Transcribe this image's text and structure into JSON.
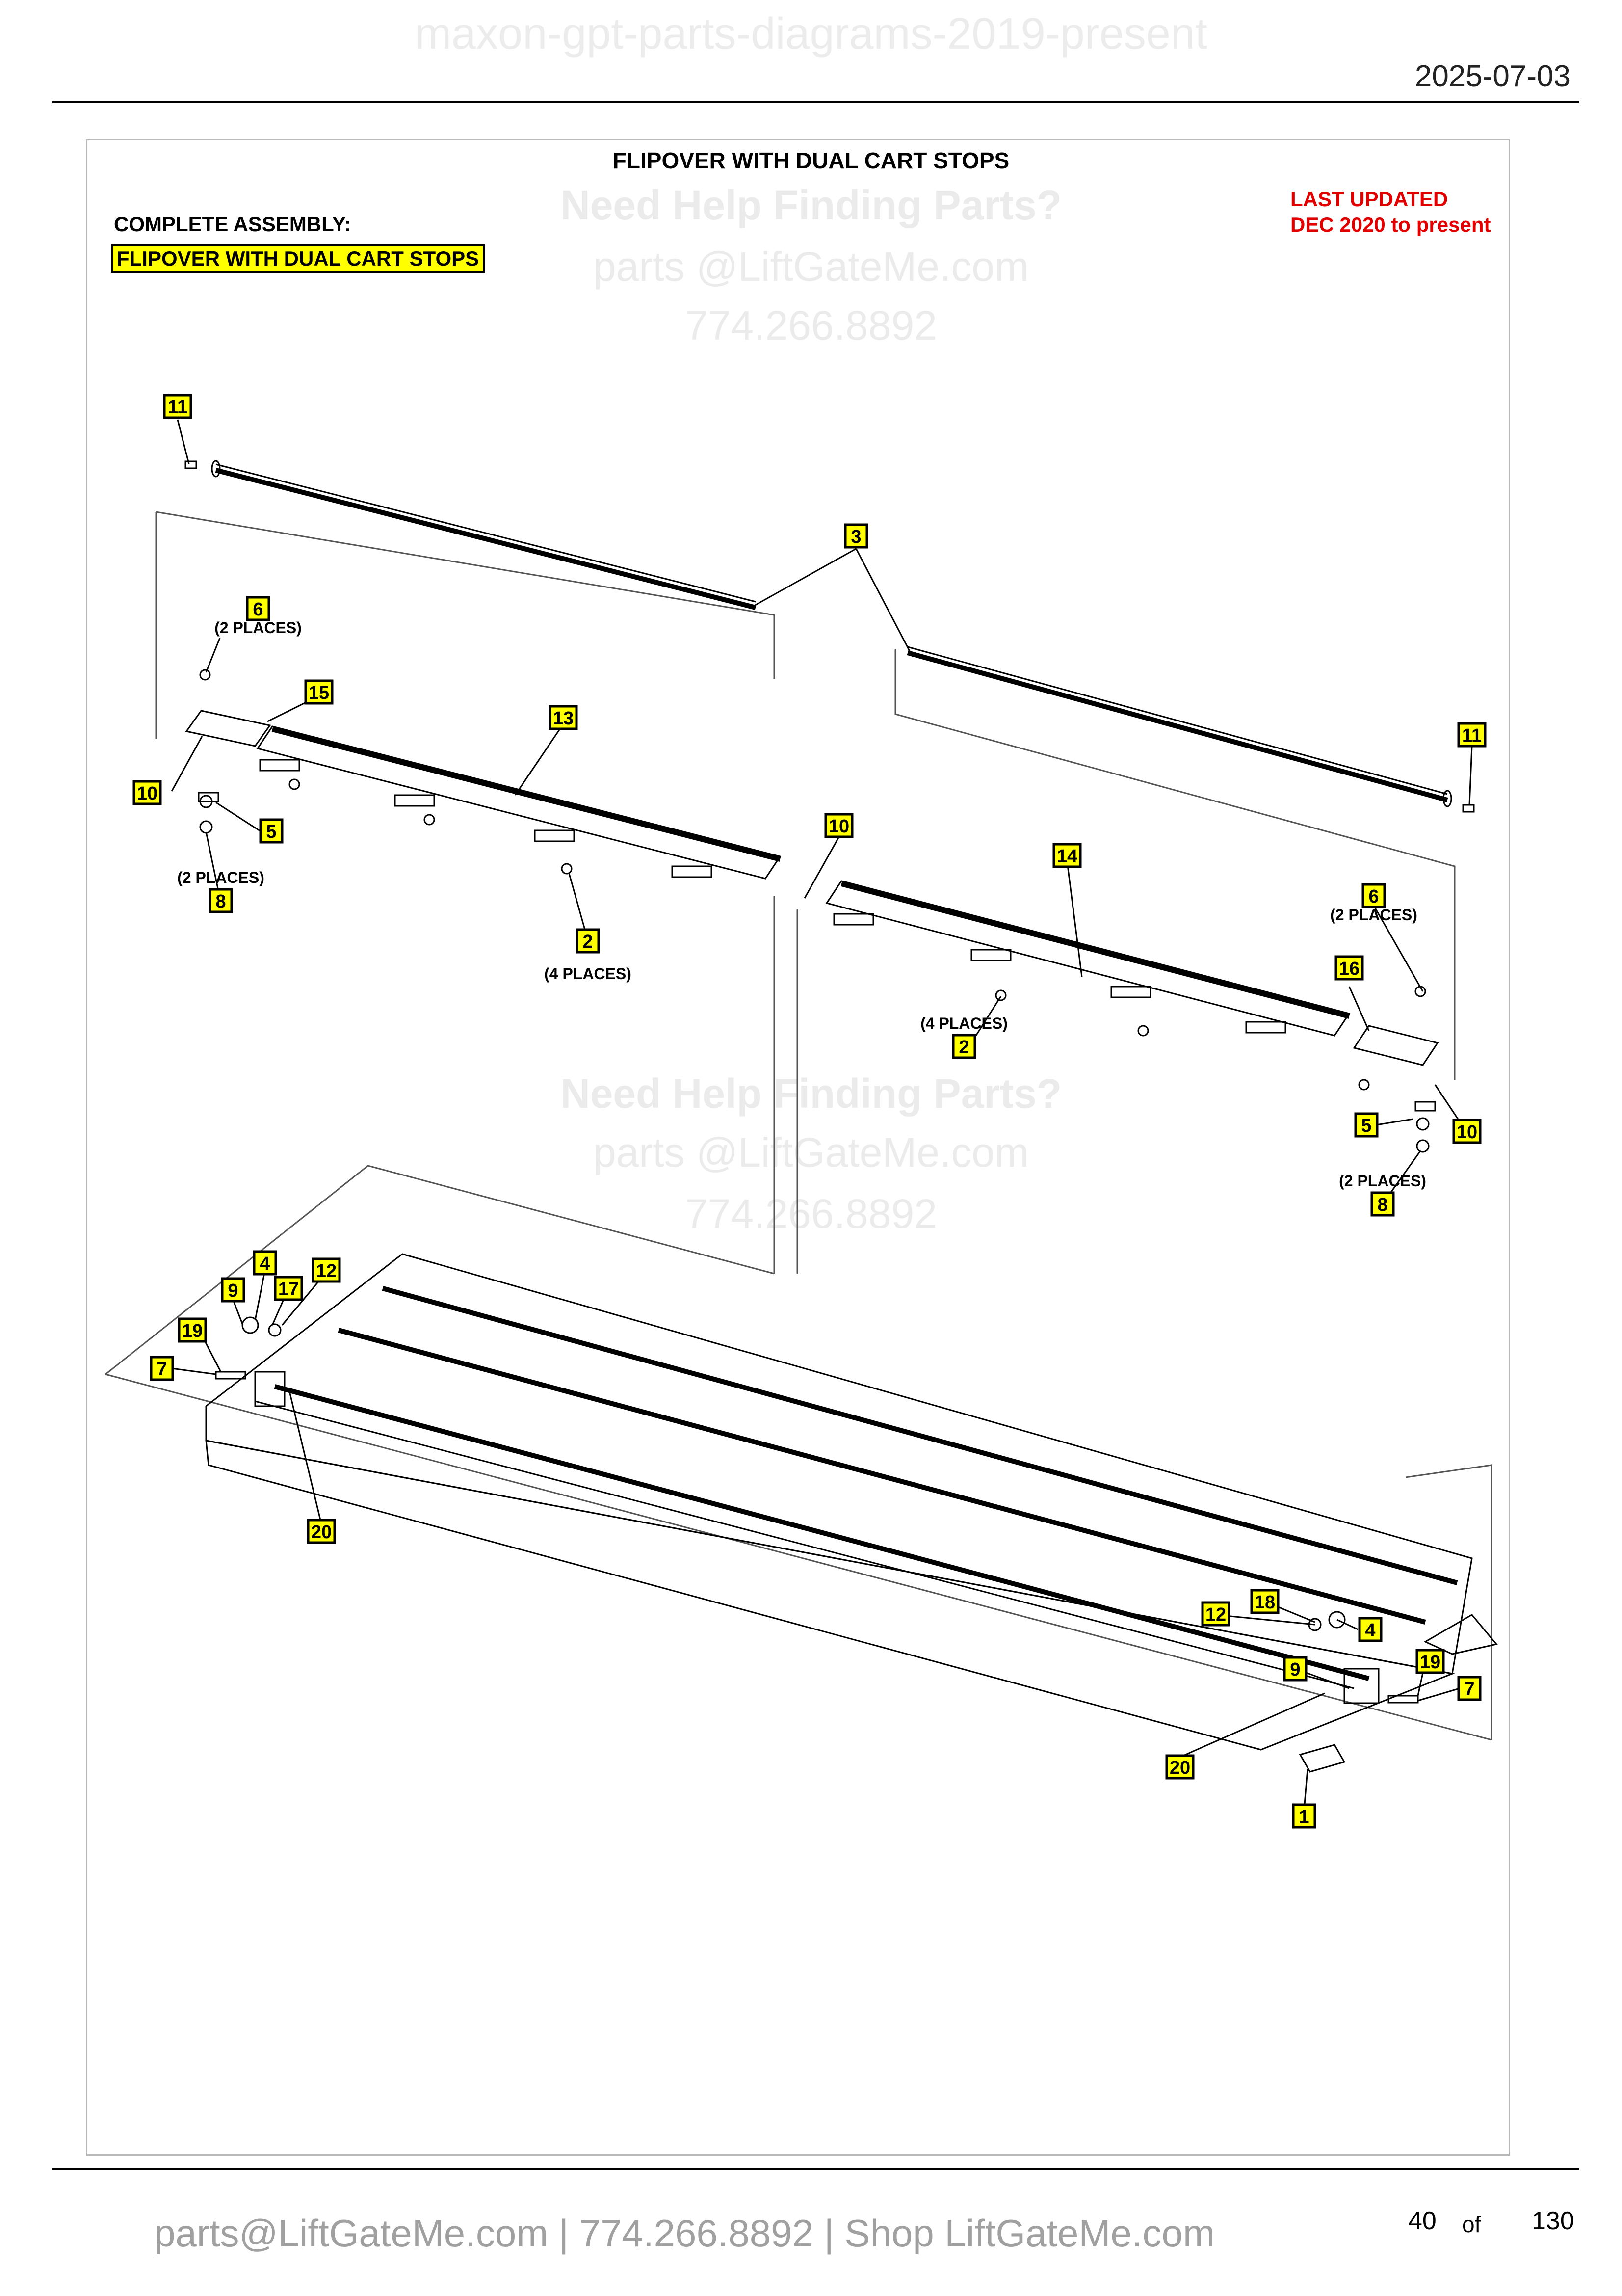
{
  "header": {
    "watermark_title": "maxon-gpt-parts-diagrams-2019-present",
    "date": "2025-07-03"
  },
  "diagram": {
    "title": "FLIPOVER WITH DUAL CART STOPS",
    "complete_assembly_label": "COMPLETE ASSEMBLY:",
    "complete_assembly_value": "FLIPOVER WITH DUAL CART STOPS",
    "last_updated_line1": "LAST UPDATED",
    "last_updated_line2": "DEC 2020 to present",
    "callouts": [
      {
        "label": "11",
        "note": ""
      },
      {
        "label": "3",
        "note": ""
      },
      {
        "label": "6",
        "note": "(2 PLACES)"
      },
      {
        "label": "15",
        "note": ""
      },
      {
        "label": "13",
        "note": ""
      },
      {
        "label": "10",
        "note": ""
      },
      {
        "label": "5",
        "note": ""
      },
      {
        "label": "8",
        "note": "(2 PLACES)"
      },
      {
        "label": "2",
        "note": "(4 PLACES)"
      },
      {
        "label": "10",
        "note": ""
      },
      {
        "label": "14",
        "note": ""
      },
      {
        "label": "11",
        "note": ""
      },
      {
        "label": "6",
        "note": "(2 PLACES)"
      },
      {
        "label": "16",
        "note": ""
      },
      {
        "label": "2",
        "note": "(4 PLACES)"
      },
      {
        "label": "5",
        "note": ""
      },
      {
        "label": "10",
        "note": ""
      },
      {
        "label": "8",
        "note": "(2 PLACES)"
      },
      {
        "label": "4",
        "note": ""
      },
      {
        "label": "12",
        "note": ""
      },
      {
        "label": "9",
        "note": ""
      },
      {
        "label": "17",
        "note": ""
      },
      {
        "label": "19",
        "note": ""
      },
      {
        "label": "7",
        "note": ""
      },
      {
        "label": "20",
        "note": ""
      },
      {
        "label": "18",
        "note": ""
      },
      {
        "label": "12",
        "note": ""
      },
      {
        "label": "4",
        "note": ""
      },
      {
        "label": "9",
        "note": ""
      },
      {
        "label": "19",
        "note": ""
      },
      {
        "label": "7",
        "note": ""
      },
      {
        "label": "20",
        "note": ""
      },
      {
        "label": "1",
        "note": ""
      }
    ]
  },
  "watermarks": {
    "help": "Need Help Finding Parts?",
    "email": "parts @LiftGateMe.com",
    "phone": "774.266.8892"
  },
  "footer": {
    "contact": "parts@LiftGateMe.com | 774.266.8892 | Shop LiftGateMe.com",
    "page_current": "40",
    "page_of": "of",
    "page_total": "130"
  }
}
